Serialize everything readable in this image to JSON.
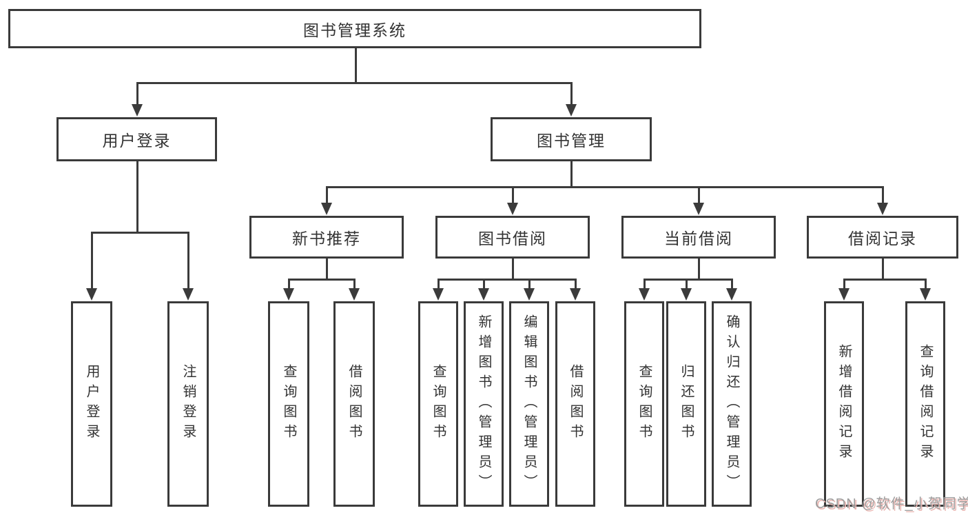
{
  "diagram": {
    "type": "tree",
    "root": {
      "label": "图书管理系统"
    },
    "level2": [
      {
        "id": "user-login",
        "label": "用户登录"
      },
      {
        "id": "book-management",
        "label": "图书管理"
      }
    ],
    "level3": [
      {
        "id": "new-book",
        "label": "新书推荐",
        "parent": "图书管理"
      },
      {
        "id": "book-borrow",
        "label": "图书借阅",
        "parent": "图书管理"
      },
      {
        "id": "current-borrow",
        "label": "当前借阅",
        "parent": "图书管理"
      },
      {
        "id": "borrow-record",
        "label": "借阅记录",
        "parent": "图书管理"
      }
    ],
    "leaves": {
      "user_login": [
        "用户登录",
        "注销登录"
      ],
      "new_book": [
        "查询图书",
        "借阅图书"
      ],
      "book_borrow": [
        "查询图书",
        "新增图书（管理员）",
        "编辑图书（管理员）",
        "借阅图书"
      ],
      "current_borrow": [
        "查询图书",
        "归还图书",
        "确认归还（管理员）"
      ],
      "borrow_record": [
        "新增借阅记录",
        "查询借阅记录"
      ]
    }
  },
  "watermark": {
    "text": "CSDN @软件_小贺同学"
  },
  "colors": {
    "background": "#ffffff",
    "box_border": "#3a3a3a",
    "line": "#3b3b3b",
    "text": "#333333",
    "watermark_text": "#9e9e9e",
    "watermark_shadow": "#eab6b2"
  }
}
